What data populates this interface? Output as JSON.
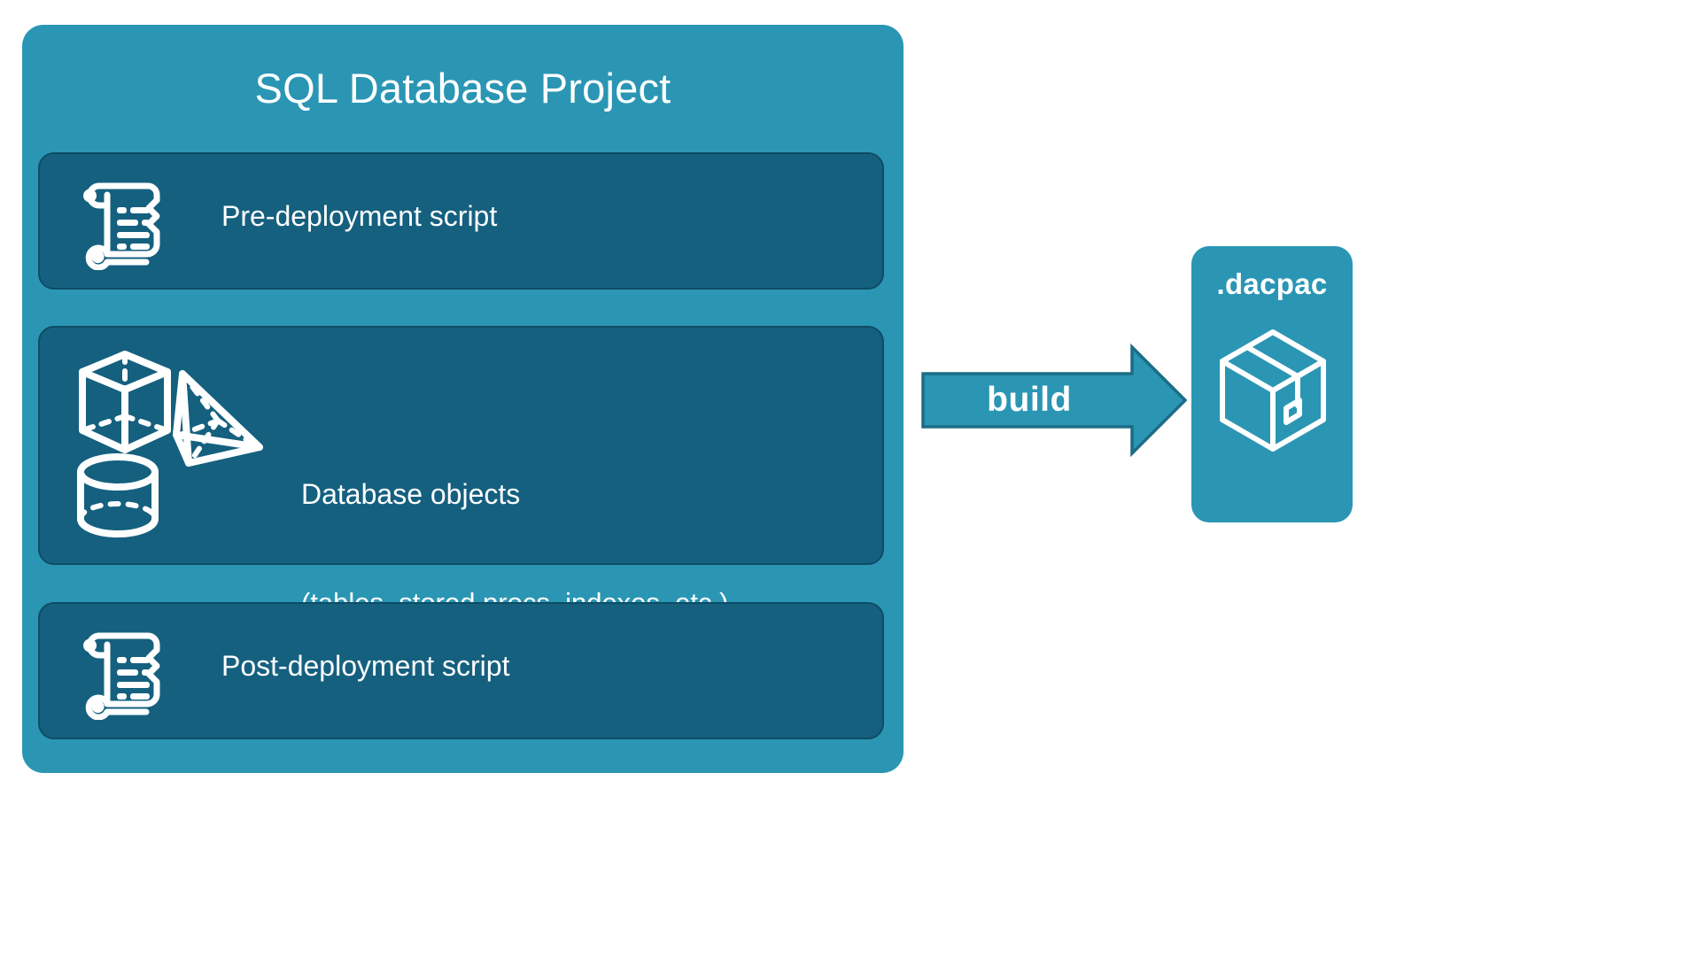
{
  "diagram": {
    "background_color": "#ffffff",
    "accent_color": "#2a96b4",
    "panel_color": "#15607f",
    "panel_border_color": "#0e4c66",
    "text_color": "#ffffff"
  },
  "project": {
    "title": "SQL Database Project",
    "rows": [
      {
        "id": "pre-deployment",
        "label": "Pre-deployment script",
        "icon": "scroll-icon"
      },
      {
        "id": "database-objects",
        "label_line1": "Database objects",
        "label_line2": "(tables, stored procs, indexes, etc.)",
        "icons": [
          "cube-icon",
          "pyramid-icon",
          "cylinder-icon"
        ]
      },
      {
        "id": "post-deployment",
        "label": "Post-deployment script",
        "icon": "scroll-icon"
      }
    ]
  },
  "build_arrow": {
    "label": "build",
    "fill_color": "#2a96b4",
    "stroke_color": "#1c6c86",
    "direction": "right"
  },
  "output": {
    "title": ".dacpac",
    "icon": "package-box-icon",
    "fill_color": "#2a96b4"
  }
}
